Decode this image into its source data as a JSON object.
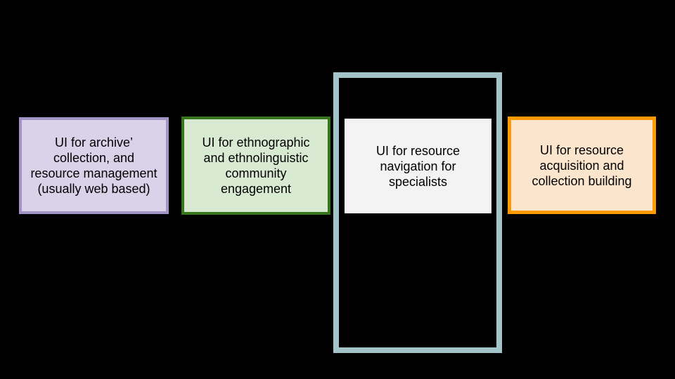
{
  "theme": {
    "background": "#000000",
    "text-color": "#000000",
    "purple-fill": "#d9d2e9",
    "purple-border": "#a294c6",
    "green-fill": "#d9ead3",
    "green-border": "#38761d",
    "teal-border": "#a2c4c9",
    "gray-fill": "#f3f3f3",
    "gray-border": "#000000",
    "orange-fill": "#fce5cd",
    "orange-border": "#ff9900"
  },
  "diagram": {
    "boxes": [
      {
        "id": "archive-management",
        "label": "UI for archive’\ncollection, and\nresource management\n(usually web based)"
      },
      {
        "id": "community-engagement",
        "label": "UI for ethnographic\nand ethnolinguistic\ncommunity\nengagement"
      },
      {
        "id": "resource-navigation",
        "label": "UI for resource\nnavigation for\nspecialists"
      },
      {
        "id": "resource-acquisition",
        "label": "UI for resource\nacquisition and\ncollection building"
      }
    ]
  }
}
